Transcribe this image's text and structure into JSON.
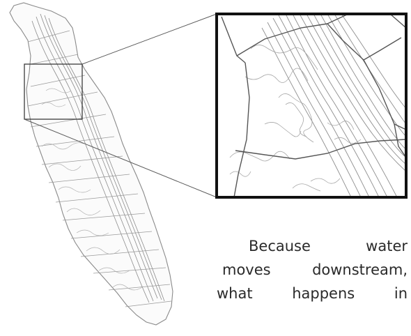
{
  "caption": {
    "lines": [
      "Because water",
      "moves downstream,",
      "what happens in"
    ]
  },
  "map": {
    "stroke_outline": "#8a8a8a",
    "stroke_contour": "#9a9a9a",
    "stroke_ridge": "#6a6a6a",
    "frame_color": "#111111"
  }
}
